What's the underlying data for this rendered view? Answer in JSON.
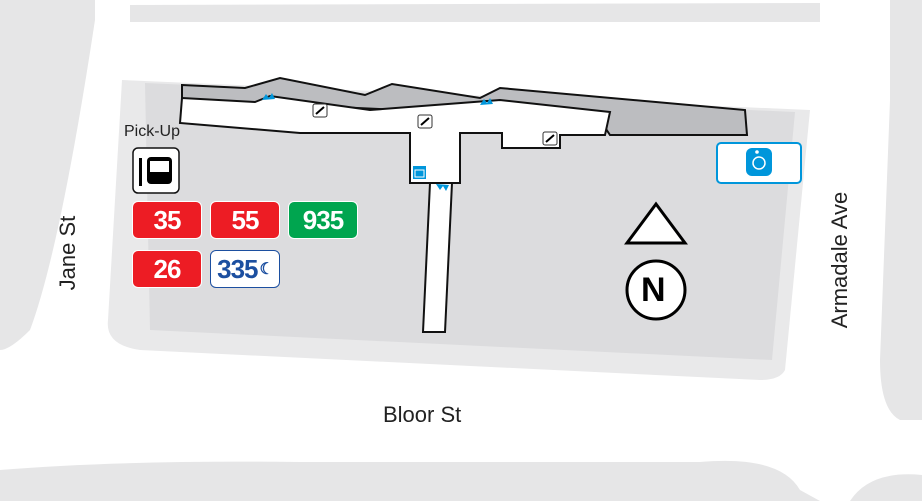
{
  "streets": {
    "west": "Jane St",
    "south": "Bloor St",
    "east": "Armadale Ave"
  },
  "pickup_label": "Pick-Up",
  "routes": [
    {
      "number": "35",
      "color": "#ed1c24",
      "night": false
    },
    {
      "number": "55",
      "color": "#ed1c24",
      "night": false
    },
    {
      "number": "935",
      "color": "#00a54f",
      "night": false
    },
    {
      "number": "26",
      "color": "#ed1c24",
      "night": false
    },
    {
      "number": "335",
      "color": "#ffffff",
      "text_color": "#1c4fa0",
      "night": true
    }
  ],
  "north_label": "N",
  "icons": [
    "bus-stop-icon",
    "escalator-icon",
    "stairs-icon",
    "elevator-icon",
    "wheel-trans-icon",
    "north-arrow-icon",
    "entrance-icon"
  ],
  "colors": {
    "road": "#e6e6e7",
    "block": "#dcdcde",
    "platform": "#bcbdc0",
    "accent": "#0096db"
  }
}
